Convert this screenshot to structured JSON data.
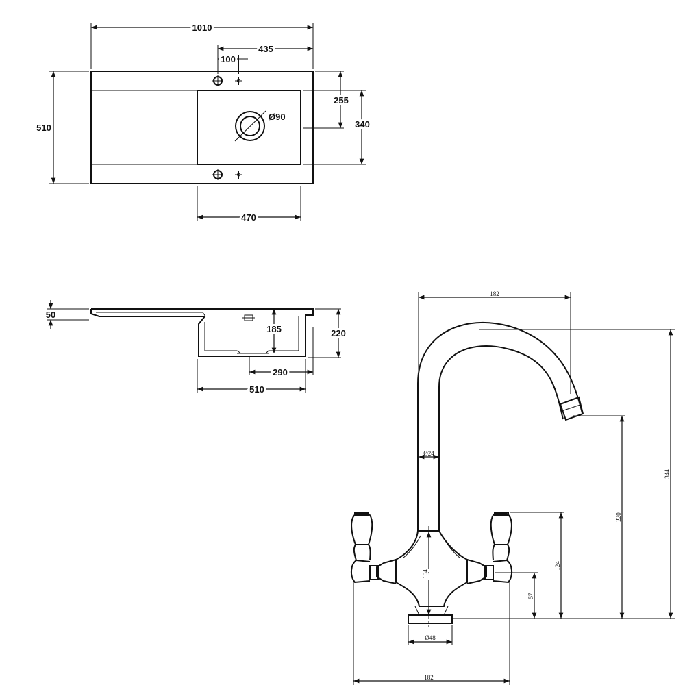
{
  "sink_plan": {
    "overall_width": "1010",
    "tap_offset": "435",
    "hole_spacing": "100",
    "overall_depth": "510",
    "bowl_inner": "255",
    "bowl_outer": "340",
    "waste_diameter": "Ø90",
    "bowl_width": "470"
  },
  "sink_section": {
    "rim_height": "50",
    "bowl_depth": "185",
    "total_depth": "220",
    "bowl_base": "290",
    "bowl_top": "510"
  },
  "tap": {
    "spout_reach": "182",
    "total_height": "344",
    "spout_height": "220",
    "spout_diameter": "Ø24",
    "body_height": "104",
    "handle_height": "124",
    "handle_center": "57",
    "base_diameter": "Ø48",
    "handle_span": "182"
  }
}
